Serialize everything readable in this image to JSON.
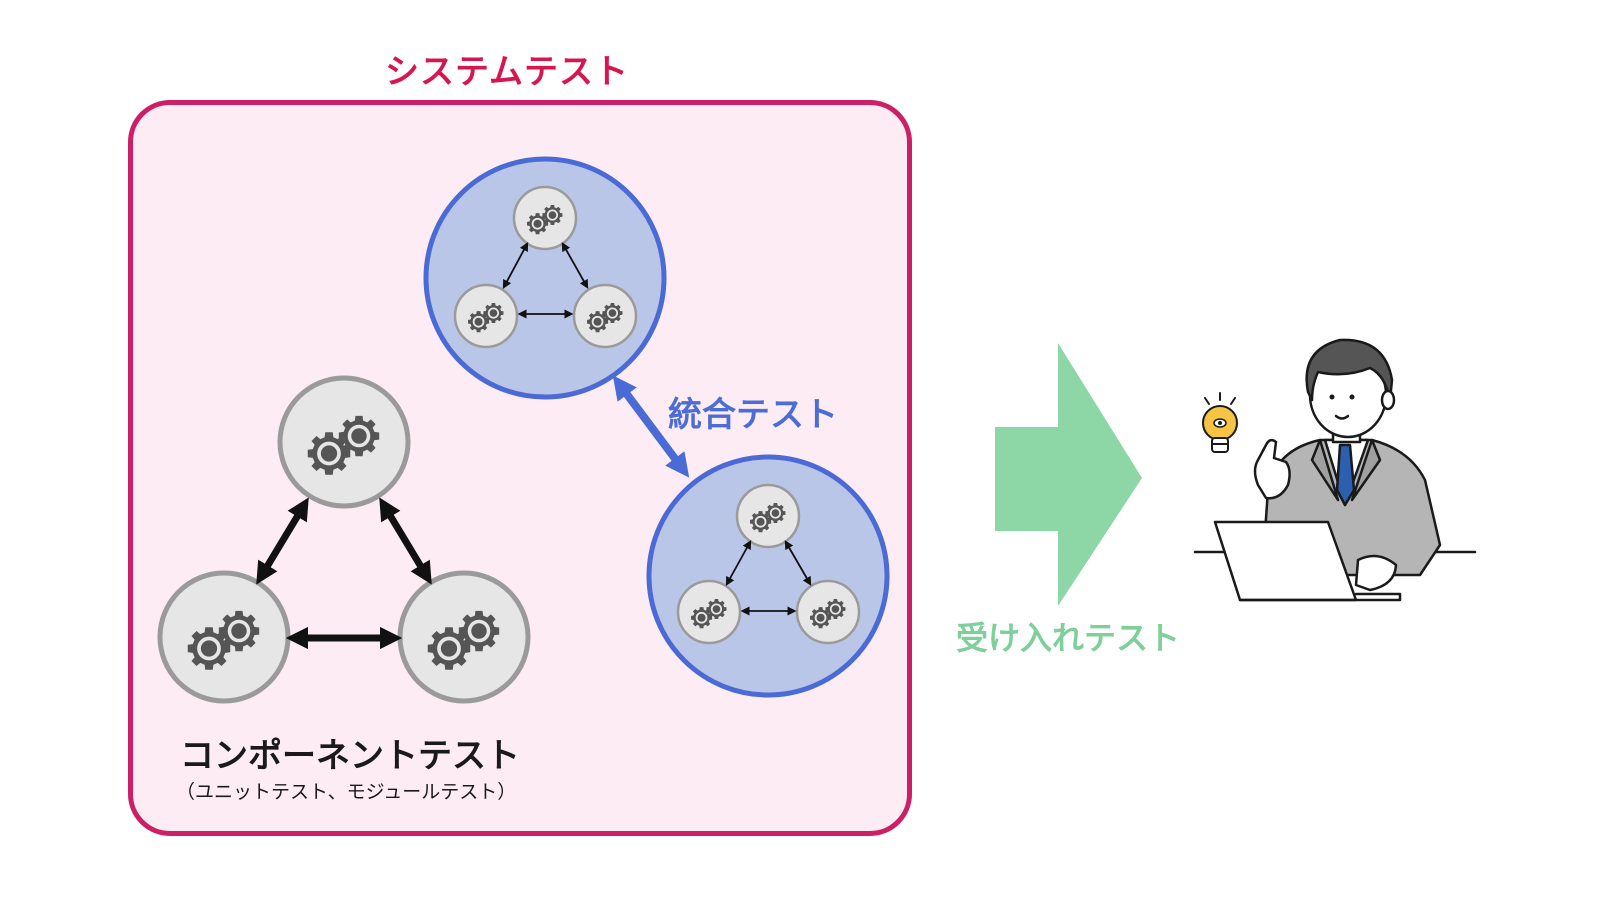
{
  "system_test": {
    "title": "システムテスト"
  },
  "integration_test": {
    "label": "統合テスト"
  },
  "component_test": {
    "label": "コンポーネントテスト",
    "sublabel": "（ユニットテスト、モジュールテスト）"
  },
  "acceptance_test": {
    "label": "受け入れテスト"
  },
  "colors": {
    "system_border": "#cc1f66",
    "system_fill": "#fdecf3",
    "integration_border": "#4a6bd6",
    "integration_fill": "#bac6e8",
    "acceptance_arrow": "#8dd6a6",
    "gear": "#555555",
    "component_fill": "#e6e6e6",
    "component_border": "#9a9a9a"
  },
  "icons": [
    "gear-icon",
    "double-arrow-icon",
    "lightbulb-icon",
    "businessman-illustration",
    "laptop-icon",
    "big-right-arrow-icon"
  ]
}
